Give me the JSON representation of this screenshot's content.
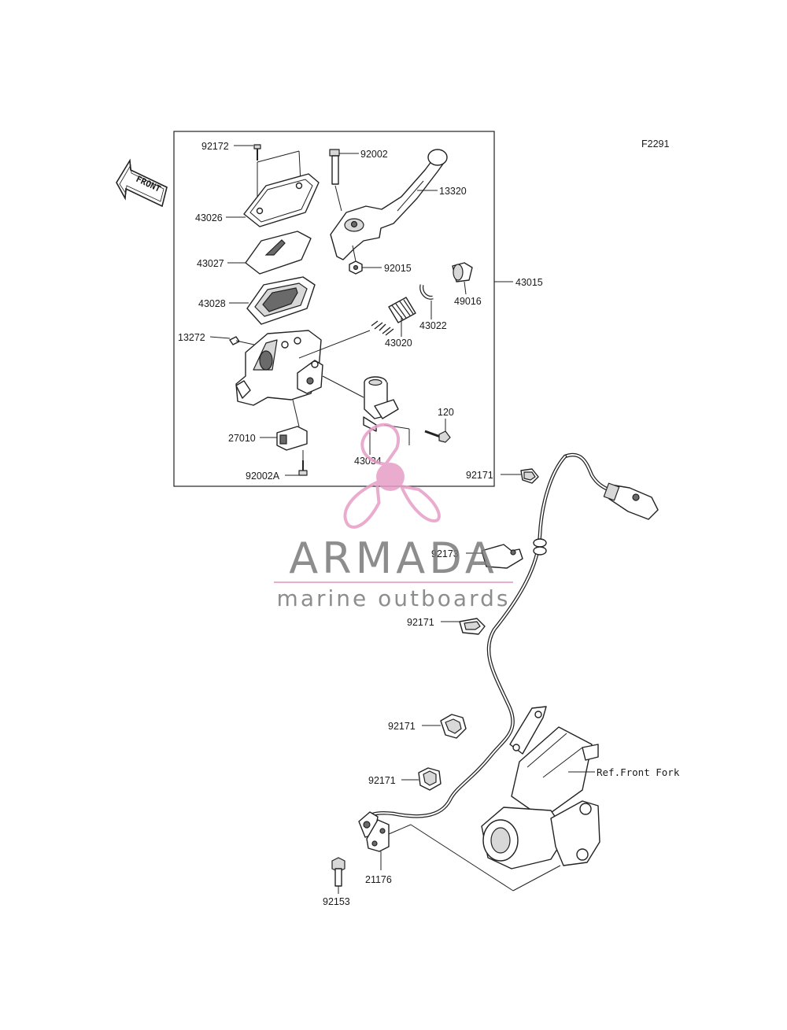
{
  "diagram_code": "F2291",
  "front_label": "FRONT",
  "reference_label": "Ref.Front Fork",
  "watermark": {
    "brand": "ARMADA",
    "tagline": "marine outboards",
    "brand_color": "#7a7a7a",
    "logo_color": "#e79ec6"
  },
  "callouts": {
    "c92172": "92172",
    "c43026": "43026",
    "c43027": "43027",
    "c43028": "43028",
    "c13272": "13272",
    "c27010": "27010",
    "c92002A": "92002A",
    "c92002": "92002",
    "c13320": "13320",
    "c92015": "92015",
    "c49016": "49016",
    "c43015": "43015",
    "c43022": "43022",
    "c43020": "43020",
    "c120": "120",
    "c43034": "43034",
    "c92171_a": "92171",
    "c92173": "92173",
    "c92171_b": "92171",
    "c92171_c": "92171",
    "c92171_d": "92171",
    "c21176": "21176",
    "c92153": "92153"
  }
}
